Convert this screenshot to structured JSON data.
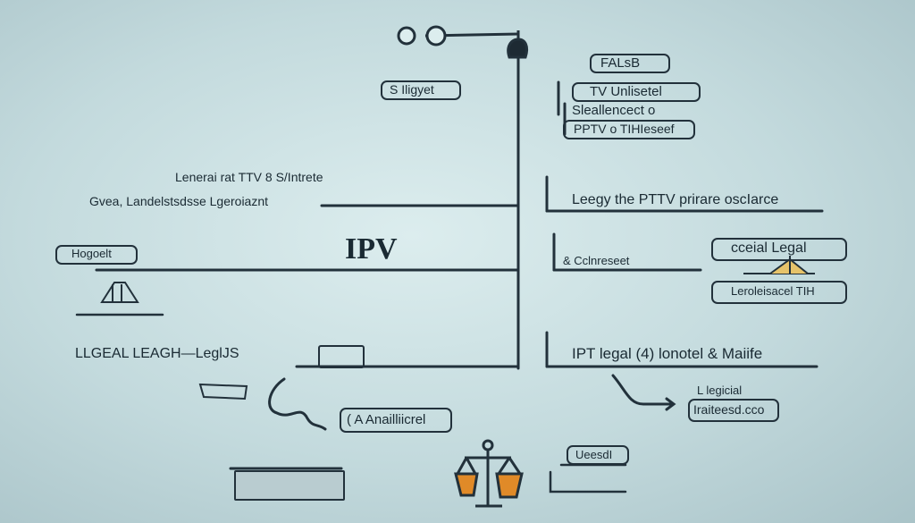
{
  "center_title": "IPV",
  "top_right": {
    "falsb": "FALsB",
    "tv_unlisetel": "TV Unlisetel",
    "sleallencect": "Sleallencect o",
    "pptv_thlesef": "PPTV o TIHIeseef"
  },
  "top_left_tag": "S Iligyet",
  "left": {
    "lenerai": "Lenerai rat TTV  8 S/Intrete",
    "gvea": "Gvea, Landelstsdsse Lgeroiaznt",
    "hogoelt": "Hogoelt",
    "illegal": "LLGEAL LEAGH—LeglJS"
  },
  "right": {
    "leegy": "Leegy the PTTV prirare oscIarce",
    "cclnreseet": "& Cclnreseet",
    "ceial_legal": "cceial Legal",
    "leroleisacel": "Leroleisacel TIH",
    "ipt_legal": "IPT legal (4)  lonotel & Maiife",
    "l_legicial": "L legicial",
    "iraiteesd": "Iraiteesd.cco"
  },
  "bottom": {
    "afailliicrel": "( A Anailliicrel",
    "ueesdi": "UeesdI"
  },
  "icons": [
    "scale-icon",
    "key-icon",
    "arrow-icon"
  ],
  "colors": {
    "ink": "#22313b",
    "orange": "#e08a28",
    "background": "#c9dfe1"
  }
}
